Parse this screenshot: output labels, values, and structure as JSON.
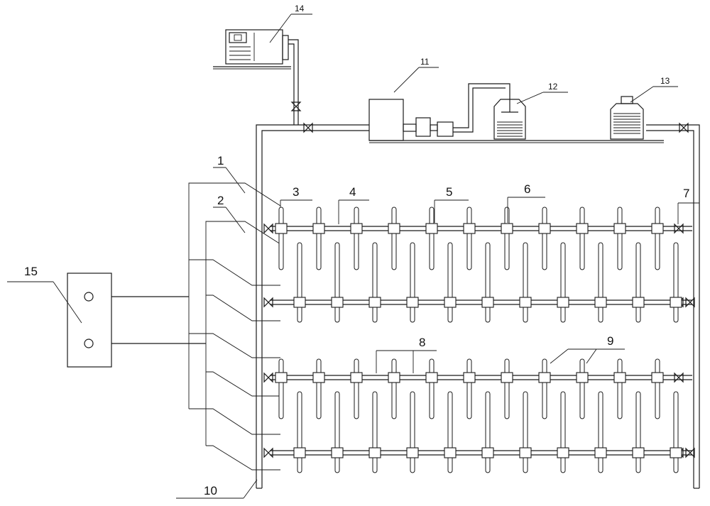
{
  "labels": {
    "l1": "1",
    "l2": "2",
    "l3": "3",
    "l4": "4",
    "l5": "5",
    "l6": "6",
    "l7": "7",
    "l8": "8",
    "l9": "9",
    "l10": "10",
    "l11": "11",
    "l12": "12",
    "l13": "13",
    "l14": "14",
    "l15": "15"
  },
  "rod_counts": {
    "bundle_rods_per_row": 11,
    "lower_rods_per_row": 11
  }
}
